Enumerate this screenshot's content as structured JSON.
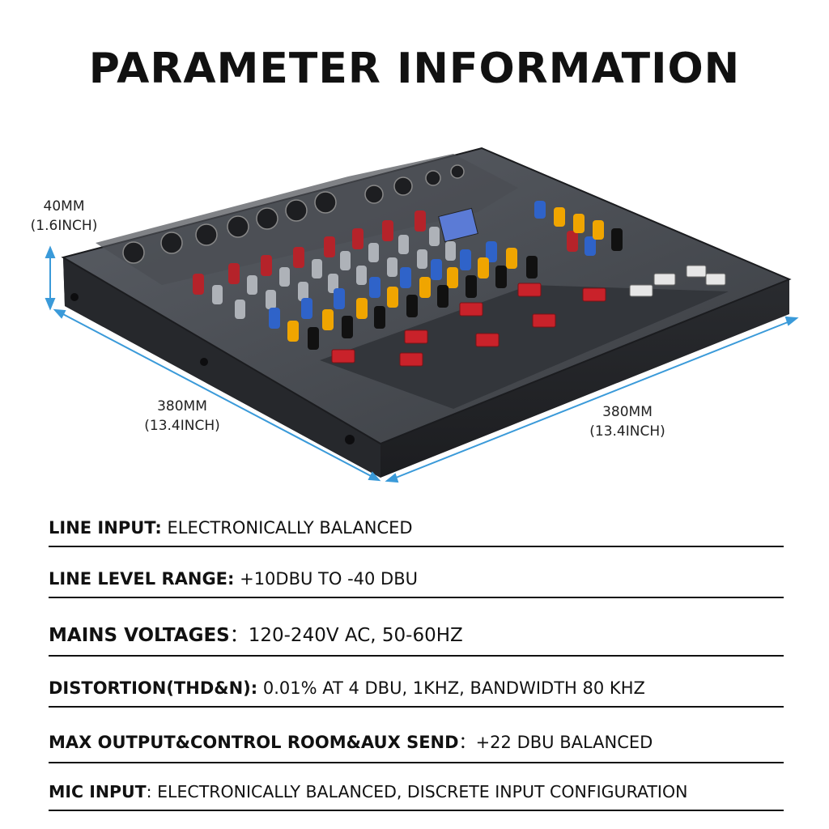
{
  "title": "PARAMETER INFORMATION",
  "dimensions": {
    "height": {
      "mm": "40MM",
      "inch": "(1.6INCH)"
    },
    "depth": {
      "mm": "380MM",
      "inch": "(13.4INCH)"
    },
    "width": {
      "mm": "380MM",
      "inch": "(13.4INCH)"
    }
  },
  "specs": [
    {
      "label": "LINE INPUT:",
      "value": " ELECTRONICALLY BALANCED"
    },
    {
      "label": "LINE LEVEL RANGE:",
      "value": " +10DBU TO -40 DBU"
    },
    {
      "label": "MAINS VOLTAGES",
      "value": "：120-240V AC, 50-60HZ"
    },
    {
      "label": "DISTORTION(THD&N):",
      "value": " 0.01% AT 4 DBU, 1KHZ, BANDWIDTH 80 KHZ"
    },
    {
      "label": "MAX OUTPUT&CONTROL ROOM&AUX SEND",
      "value": "：+22 DBU BALANCED"
    },
    {
      "label": "MIC INPUT",
      "value": ": ELECTRONICALLY BALANCED, DISCRETE INPUT CONFIGURATION"
    }
  ],
  "colors": {
    "dimension_arrow": "#3a9ad9",
    "chassis": "#3c3f44",
    "knob_red": "#b5232a",
    "knob_blue": "#2f63c9",
    "knob_yellow": "#f0a500"
  }
}
